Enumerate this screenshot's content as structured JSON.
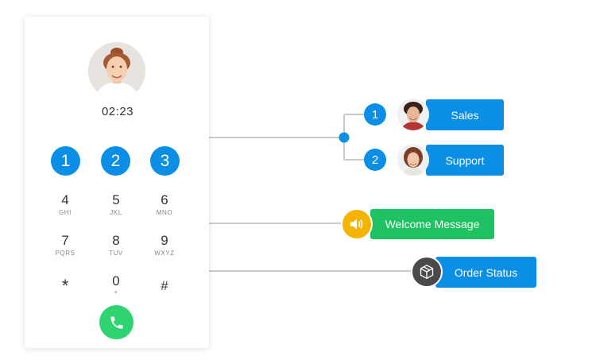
{
  "phone": {
    "timer": "02:23",
    "menu_options": [
      "1",
      "2",
      "3"
    ],
    "keypad": [
      {
        "digit": "4",
        "letters": "GHI"
      },
      {
        "digit": "5",
        "letters": "JKL"
      },
      {
        "digit": "6",
        "letters": "MNO"
      },
      {
        "digit": "7",
        "letters": "PQRS"
      },
      {
        "digit": "8",
        "letters": "TUV"
      },
      {
        "digit": "9",
        "letters": "WXYZ"
      },
      {
        "digit": "*",
        "letters": ""
      },
      {
        "digit": "0",
        "letters": "+"
      },
      {
        "digit": "#",
        "letters": ""
      }
    ]
  },
  "routes": {
    "sales": {
      "number": "1",
      "label": "Sales"
    },
    "support": {
      "number": "2",
      "label": "Support"
    },
    "welcome": {
      "label": "Welcome Message"
    },
    "order": {
      "label": "Order Status"
    }
  },
  "colors": {
    "accent_blue": "#0a8ee6",
    "call_green": "#2dd46f",
    "welcome_green": "#1ec262",
    "speaker_yellow": "#f5b400",
    "box_dark": "#4a4a4a",
    "connector": "#cfc8c8"
  }
}
